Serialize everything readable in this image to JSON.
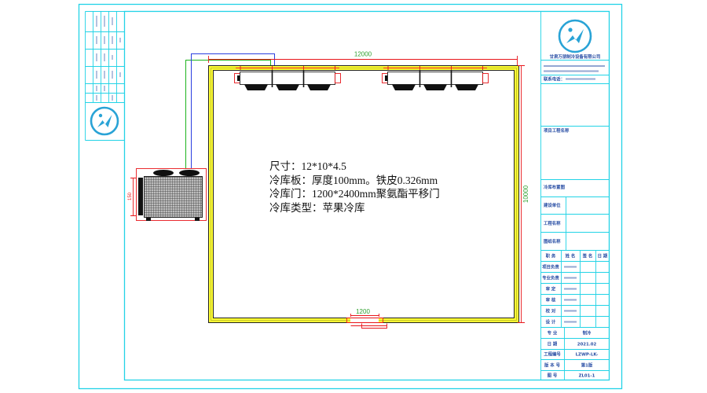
{
  "colors": {
    "frame": "#22d3e6",
    "wall": "#ffff33",
    "dim": "#e8161b",
    "dim_text": "#2fa02f",
    "pipe_green": "#1db31d",
    "pipe_blue": "#2a3ee0",
    "logo": "#29a3d6",
    "title_text": "#2a4fa5"
  },
  "icons": {
    "company_logo": "running-bird-logo-icon"
  },
  "drawing": {
    "spec_lines": [
      "尺寸：12*10*4.5",
      "冷库板：厚度100mm。铁皮0.326mm",
      "冷库门：1200*2400mm聚氨酯平移门",
      "冷库类型：苹果冷库"
    ],
    "dim_width": "12000",
    "dim_depth": "10000",
    "dim_door": "1200",
    "dim_unit": "150"
  },
  "title_block": {
    "company": "甘肃万朋制冷设备有限公司",
    "phone_label": "联系电话：",
    "project_label": "项目工程名称",
    "drawing_label": "冷库布置图",
    "rows": [
      "建设单位",
      "工程名称",
      "图纸名称"
    ],
    "sign_header": [
      "职 务",
      "姓 名",
      "签 名",
      "日 期"
    ],
    "sign_rows": [
      "项目负责",
      "专业负责",
      "审 定",
      "审 核",
      "校 对",
      "设 计"
    ],
    "info_rows": [
      {
        "label": "专 业",
        "value": "制冷"
      },
      {
        "label": "日 期",
        "value": "2021.02"
      },
      {
        "label": "工程编号",
        "value": "LZWP-LK-"
      },
      {
        "label": "版 本 号",
        "value": "第1版"
      },
      {
        "label": "图 号",
        "value": "ZL01-1"
      }
    ]
  }
}
